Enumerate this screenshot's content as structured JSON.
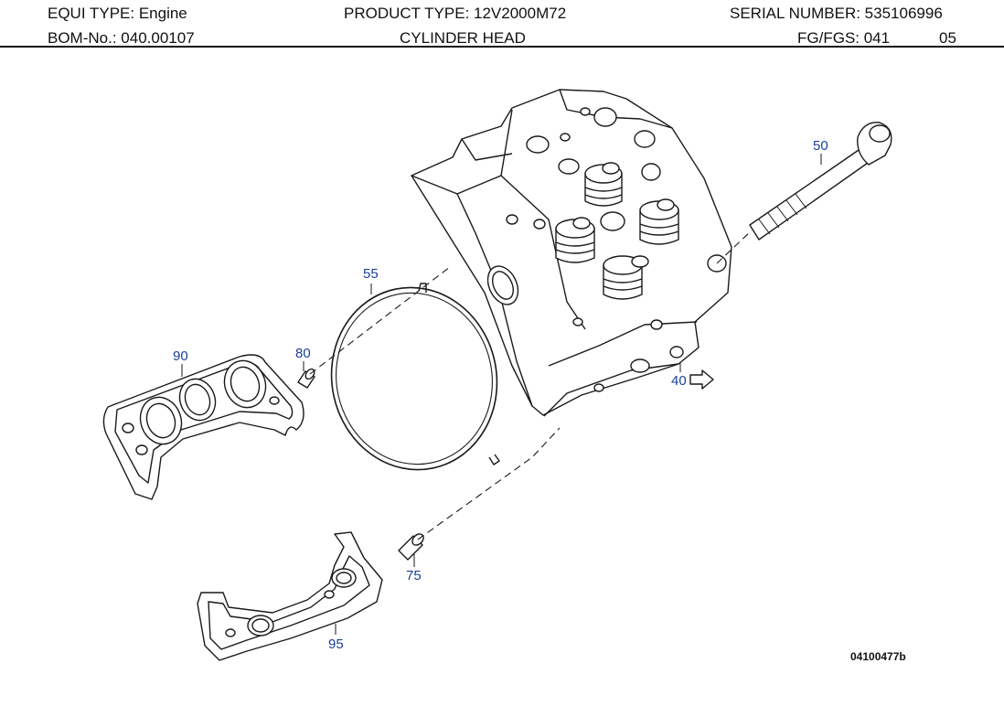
{
  "header": {
    "equi_type": "EQUI TYPE:  Engine",
    "product_type": "PRODUCT TYPE:  12V2000M72",
    "serial_number": "SERIAL NUMBER:  535106996",
    "bom_no": "BOM-No.:  040.00107",
    "title": "CYLINDER HEAD",
    "fg_fgs": "FG/FGS:  041",
    "fg_page": "05"
  },
  "callouts": {
    "c50": "50",
    "c55": "55",
    "c80": "80",
    "c90": "90",
    "c40": "40",
    "c75": "75",
    "c95": "95"
  },
  "drawing_code": "04100477b",
  "colors": {
    "callout": "#1a3f9a",
    "line": "#1a1a1a",
    "fill": "#ffffff"
  }
}
